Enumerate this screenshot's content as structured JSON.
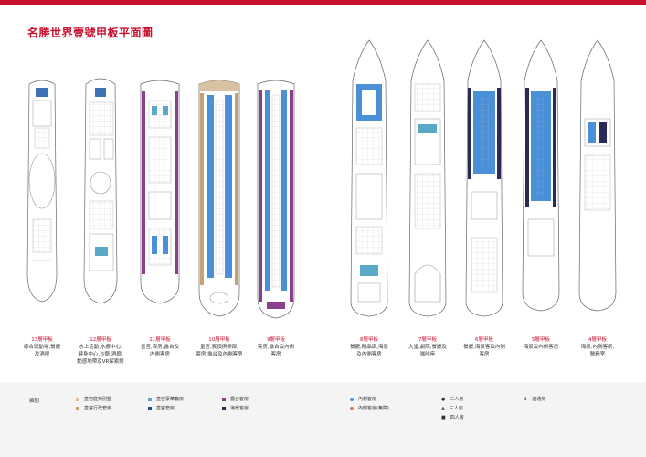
{
  "page_title": "名勝世界壹號甲板平面圖",
  "colors": {
    "accent": "#c8102e",
    "suite_villa": "#d9c1a3",
    "suite_exec": "#c4a36e",
    "imperial_suite": "#5aa8c8",
    "imperial_sea": "#1f4e8c",
    "balcony": "#8a3f8f",
    "sea_view": "#2a2a5a",
    "inside": "#4a90d9",
    "inside_accessible": "#c87850",
    "deck_blue": "#3d72b4"
  },
  "left_decks": [
    {
      "number": "13層甲板",
      "desc": "綜合運動場,餐廳\n及酒吧"
    },
    {
      "number": "12層甲板",
      "desc": "水上活動,水療中心,\n健身中心,沙龍,酒廊,\n動感地帶及VR探索館"
    },
    {
      "number": "11層甲板",
      "desc": "皇宮,套房,露台及\n內側客房"
    },
    {
      "number": "10層甲板",
      "desc": "皇宮,賓頂俱樂部,\n套房,露台及內側客房"
    },
    {
      "number": "9層甲板",
      "desc": "套房,露台及內側\n客房"
    }
  ],
  "right_decks": [
    {
      "number": "8層甲板",
      "desc": "餐廳,精品店,海景\n及內側客房"
    },
    {
      "number": "7層甲板",
      "desc": "大堂,劇院,餐廳及\n咖啡座"
    },
    {
      "number": "6層甲板",
      "desc": "餐廳,海景客及內側\n客房"
    },
    {
      "number": "5層甲板",
      "desc": "海景及內側客房"
    },
    {
      "number": "4層甲板",
      "desc": "海景,內側客房,\n醫務室"
    }
  ],
  "legend": {
    "title": "類別",
    "items": [
      {
        "label": "皇宮庭苑別墅",
        "color": "#d9c1a3",
        "shape": "square"
      },
      {
        "label": "皇宮行政套房",
        "color": "#c4a36e",
        "shape": "square"
      },
      {
        "label": "皇宮豪華套房",
        "color": "#5aa8c8",
        "shape": "square"
      },
      {
        "label": "皇宮套房",
        "color": "#1f4e8c",
        "shape": "square"
      },
      {
        "label": "露台客房",
        "color": "#8a3f8f",
        "shape": "square"
      },
      {
        "label": "海景客房",
        "color": "#2a2a5a",
        "shape": "square"
      },
      {
        "label": "內側客房",
        "color": "#4a90d9",
        "shape": "dot"
      },
      {
        "label": "內側客房(無障)",
        "color": "#c87850",
        "shape": "dot"
      }
    ],
    "symbols": [
      {
        "symbol": "●",
        "label": "二人房"
      },
      {
        "symbol": "▲",
        "label": "三人房"
      },
      {
        "symbol": "■",
        "label": "四人房"
      }
    ],
    "connecting": {
      "symbol": "↕",
      "label": "連通房"
    }
  }
}
